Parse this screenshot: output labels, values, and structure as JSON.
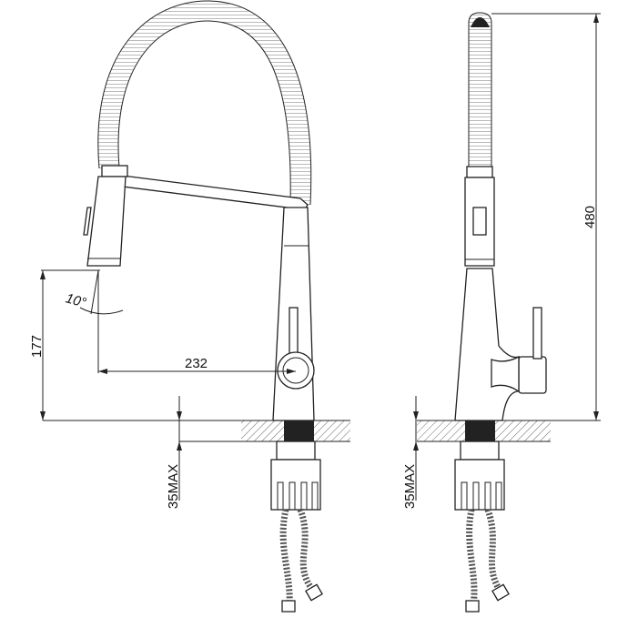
{
  "drawing": {
    "front_view": {
      "angle_label": "10°",
      "spout_height_label": "177",
      "reach_label": "232",
      "deck_thickness_label": "35MAX"
    },
    "side_view": {
      "total_height_label": "480",
      "deck_thickness_label": "35MAX"
    },
    "colors": {
      "line": "#222222",
      "background": "#ffffff"
    }
  }
}
